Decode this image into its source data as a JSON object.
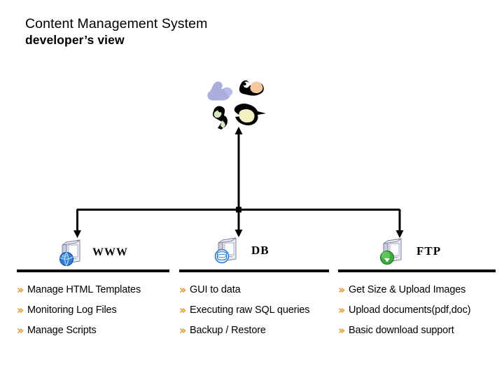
{
  "title": {
    "line1": "Content Management System",
    "line2": "developer’s view"
  },
  "diagram": {
    "root_icon": "people-group-icon",
    "accent_bullet_color": "#E8A33D",
    "line_color": "#000000",
    "nodes": [
      {
        "id": "www",
        "label": "WWW",
        "icon": "server-globe-icon",
        "items": [
          "Manage HTML Templates",
          "Monitoring Log Files",
          "Manage Scripts"
        ]
      },
      {
        "id": "db",
        "label": "DB",
        "icon": "server-database-icon",
        "items": [
          "GUI to data",
          "Executing raw SQL queries",
          "Backup / Restore"
        ]
      },
      {
        "id": "ftp",
        "label": "FTP",
        "icon": "server-download-icon",
        "items": [
          "Get Size & Upload Images",
          "Upload documents(pdf,doc)",
          "Basic download support"
        ]
      }
    ],
    "bullet_glyph": "»"
  }
}
